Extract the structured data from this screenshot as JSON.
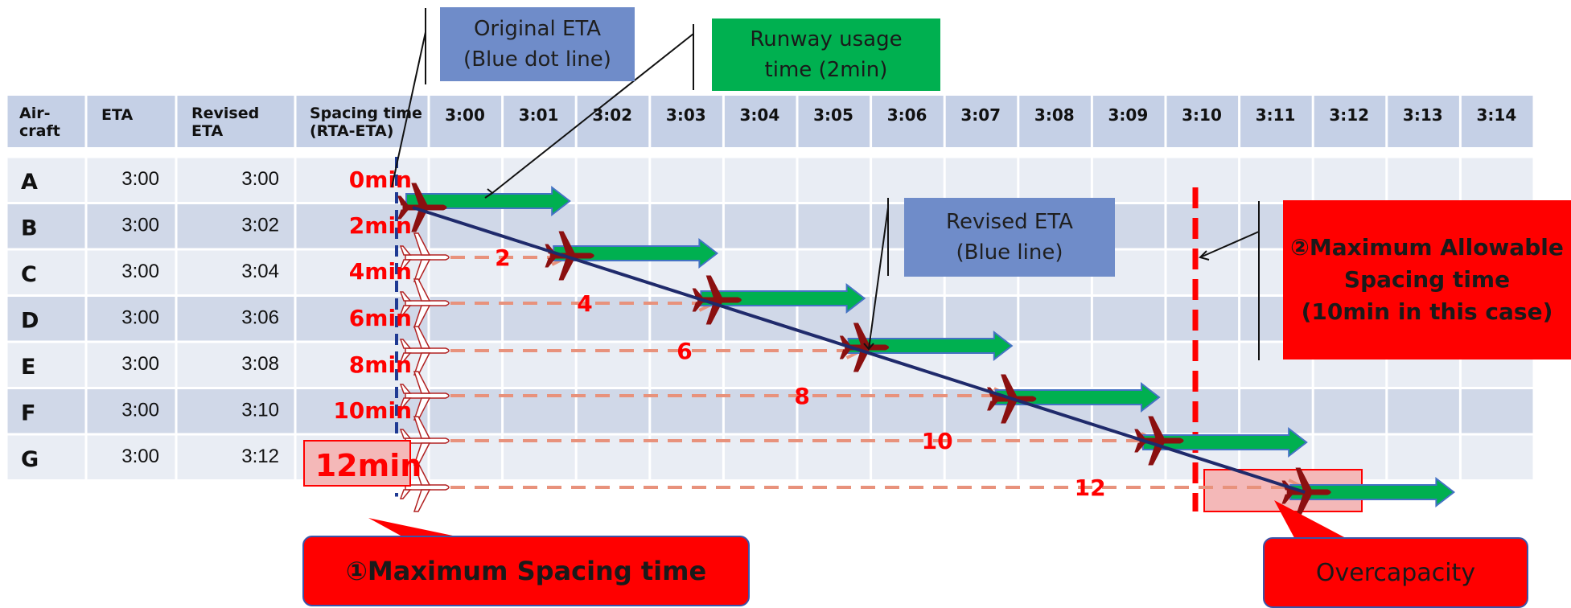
{
  "table": {
    "headers": {
      "aircraft": "Air-\ncraft",
      "eta": "ETA",
      "revised_eta": "Revised\nETA",
      "spacing": "Spacing time\n(RTA-ETA)"
    },
    "times": [
      "3:00",
      "3:01",
      "3:02",
      "3:03",
      "3:04",
      "3:05",
      "3:06",
      "3:07",
      "3:08",
      "3:09",
      "3:10",
      "3:11",
      "3:12",
      "3:13",
      "3:14"
    ],
    "rows": [
      {
        "aircraft": "A",
        "eta": "3:00",
        "revised": "3:00",
        "spacing": "0min",
        "gap": ""
      },
      {
        "aircraft": "B",
        "eta": "3:00",
        "revised": "3:02",
        "spacing": "2min",
        "gap": "2"
      },
      {
        "aircraft": "C",
        "eta": "3:00",
        "revised": "3:04",
        "spacing": "4min",
        "gap": "4"
      },
      {
        "aircraft": "D",
        "eta": "3:00",
        "revised": "3:06",
        "spacing": "6min",
        "gap": "6"
      },
      {
        "aircraft": "E",
        "eta": "3:00",
        "revised": "3:08",
        "spacing": "8min",
        "gap": "8"
      },
      {
        "aircraft": "F",
        "eta": "3:00",
        "revised": "3:10",
        "spacing": "10min",
        "gap": "10"
      },
      {
        "aircraft": "G",
        "eta": "3:00",
        "revised": "3:12",
        "spacing": "12min",
        "gap": "12"
      }
    ],
    "revised_minutes": [
      0,
      2,
      4,
      6,
      8,
      10,
      12
    ],
    "max_allowable_minute": 10,
    "runway_usage_minutes": 2
  },
  "callouts": {
    "original_eta": "Original ETA\n(Blue dot line)",
    "runway_usage": "Runway usage\ntime (2min)",
    "revised_eta": "Revised ETA\n(Blue line)",
    "max_allowable": "②Maximum Allowable\nSpacing time\n(10min in this case)",
    "max_spacing": "①Maximum Spacing time",
    "overcapacity": "Overcapacity"
  },
  "colors": {
    "header_fill": "#c5d0e6",
    "row_fill_a": "#e9edf4",
    "row_fill_b": "#d0d8e8",
    "plane": "#8b1010",
    "ghost_plane_outline": "#b22222",
    "runway_arrow": "#00b050",
    "runway_arrow_edge": "#4472c4",
    "revised_line": "#1f2a6b",
    "eta_dot_line": "#1f3a93",
    "gap_arrow": "#e8927c",
    "label_red": "#ff0000",
    "callout_blue": "#6f8cc9",
    "callout_green": "#00b050",
    "callout_red": "#ff0000"
  },
  "icons": [
    "airplane-icon",
    "ghost-airplane-icon",
    "runway-arrow-icon"
  ]
}
